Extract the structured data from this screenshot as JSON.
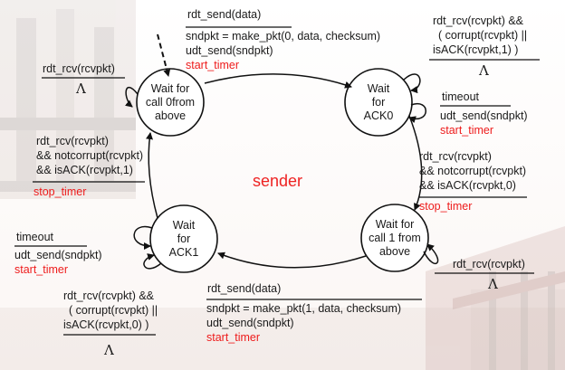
{
  "center_label": "sender",
  "states": [
    {
      "id": "wait-call-0",
      "lines": [
        "Wait for",
        "call 0from",
        "above"
      ]
    },
    {
      "id": "wait-ack0",
      "lines": [
        "Wait",
        "for",
        "ACK0"
      ]
    },
    {
      "id": "wait-call-1",
      "lines": [
        "Wait for",
        "call 1 from",
        "above"
      ]
    },
    {
      "id": "wait-ack1",
      "lines": [
        "Wait",
        "for",
        "ACK1"
      ]
    }
  ],
  "transitions": {
    "t_call0_ack0": {
      "event": "rdt_send(data)",
      "a1": "sndpkt = make_pkt(0, data, checksum)",
      "a2": "udt_send(sndpkt)",
      "a3": "start_timer"
    },
    "t_ack0_self_corrupt": {
      "e1": "rdt_rcv(rcvpkt) &&",
      "e2": "( corrupt(rcvpkt) ||",
      "e3": "isACK(rcvpkt,1) )",
      "action": "Λ"
    },
    "t_ack0_timeout": {
      "event": "timeout",
      "a1": "udt_send(sndpkt)",
      "a2": "start_timer"
    },
    "t_ack0_call1": {
      "e1": "rdt_rcv(rcvpkt)",
      "e2": "&& notcorrupt(rcvpkt)",
      "e3": "&& isACK(rcvpkt,0)",
      "action": "stop_timer"
    },
    "t_call1_self": {
      "event": "rdt_rcv(rcvpkt)",
      "action": "Λ"
    },
    "t_call1_ack1": {
      "event": "rdt_send(data)",
      "a1": "sndpkt = make_pkt(1, data, checksum)",
      "a2": "udt_send(sndpkt)",
      "a3": "start_timer"
    },
    "t_ack1_self_corrupt": {
      "e1": "rdt_rcv(rcvpkt) &&",
      "e2": "( corrupt(rcvpkt) ||",
      "e3": "isACK(rcvpkt,0) )",
      "action": "Λ"
    },
    "t_ack1_timeout": {
      "event": "timeout",
      "a1": "udt_send(sndpkt)",
      "a2": "start_timer"
    },
    "t_ack1_call0": {
      "e1": "rdt_rcv(rcvpkt)",
      "e2": "&& notcorrupt(rcvpkt)",
      "e3": "&& isACK(rcvpkt,1)",
      "action": "stop_timer"
    },
    "t_call0_self": {
      "event": "rdt_rcv(rcvpkt)",
      "action": "Λ"
    }
  }
}
